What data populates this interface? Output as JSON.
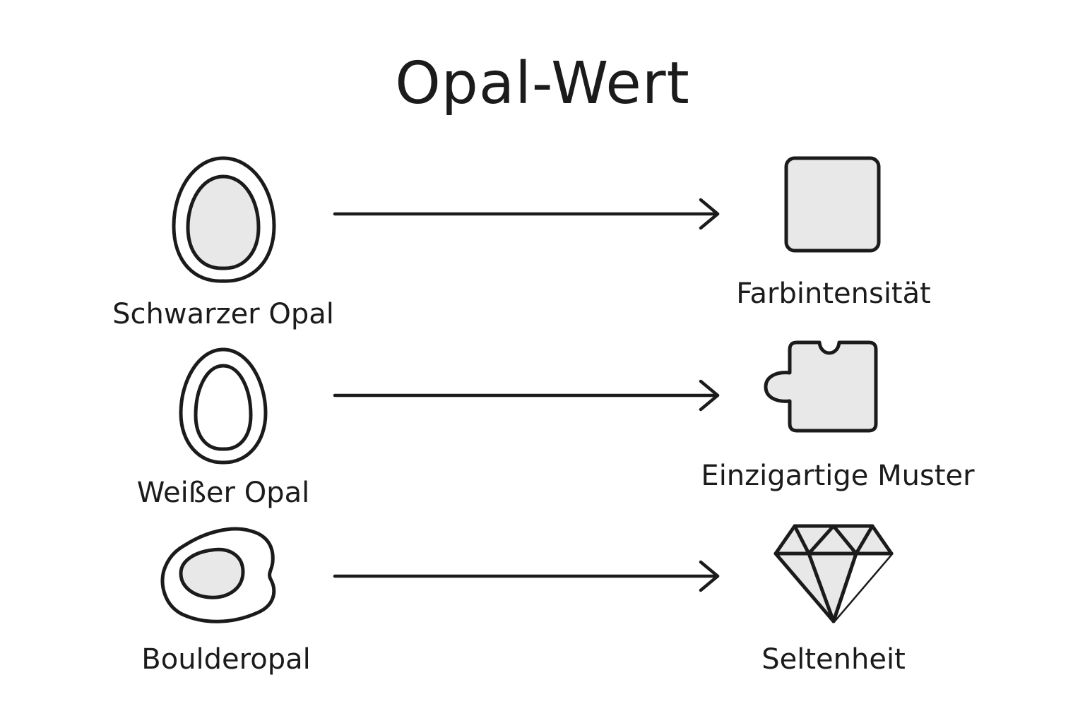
{
  "title": "Opal-Wert",
  "colors": {
    "stroke": "#1b1b1b",
    "fill": "#e8e8e8",
    "background": "#ffffff"
  },
  "rows": [
    {
      "opal": {
        "label": "Schwarzer Opal",
        "icon": "black-opal-icon"
      },
      "value": {
        "label": "Farbintensität",
        "icon": "color-square-icon"
      }
    },
    {
      "opal": {
        "label": "Weißer Opal",
        "icon": "white-opal-icon"
      },
      "value": {
        "label": "Einzigartige Muster",
        "icon": "puzzle-piece-icon"
      }
    },
    {
      "opal": {
        "label": "Boulderopal",
        "icon": "boulder-opal-icon"
      },
      "value": {
        "label": "Seltenheit",
        "icon": "diamond-icon"
      }
    }
  ]
}
